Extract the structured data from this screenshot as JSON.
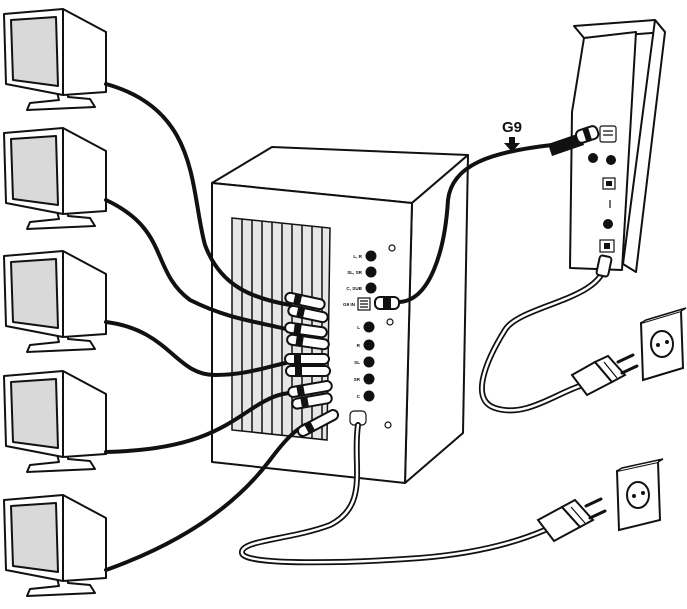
{
  "callout": {
    "label": "G9"
  },
  "subwoofer": {
    "jacks": [
      {
        "id": "lr",
        "label": "L, R"
      },
      {
        "id": "slsr",
        "label": "SL, SR"
      },
      {
        "id": "csub",
        "label": "C, SUB"
      },
      {
        "id": "g9in",
        "label": "G9 IN"
      },
      {
        "id": "l",
        "label": "L"
      },
      {
        "id": "r",
        "label": "R"
      },
      {
        "id": "sl",
        "label": "SL"
      },
      {
        "id": "sr",
        "label": "SR"
      },
      {
        "id": "c",
        "label": "C"
      }
    ]
  },
  "colors": {
    "outline": "#111111",
    "fill": "#ffffff",
    "panel": "#e6e6e6",
    "speaker_face": "#d9d9d9",
    "power_cord": "#ffffff"
  },
  "icons": [
    "speaker-icon",
    "subwoofer-icon",
    "computer-tower-icon",
    "power-plug-icon",
    "wall-socket-icon",
    "arrow-down-icon"
  ]
}
